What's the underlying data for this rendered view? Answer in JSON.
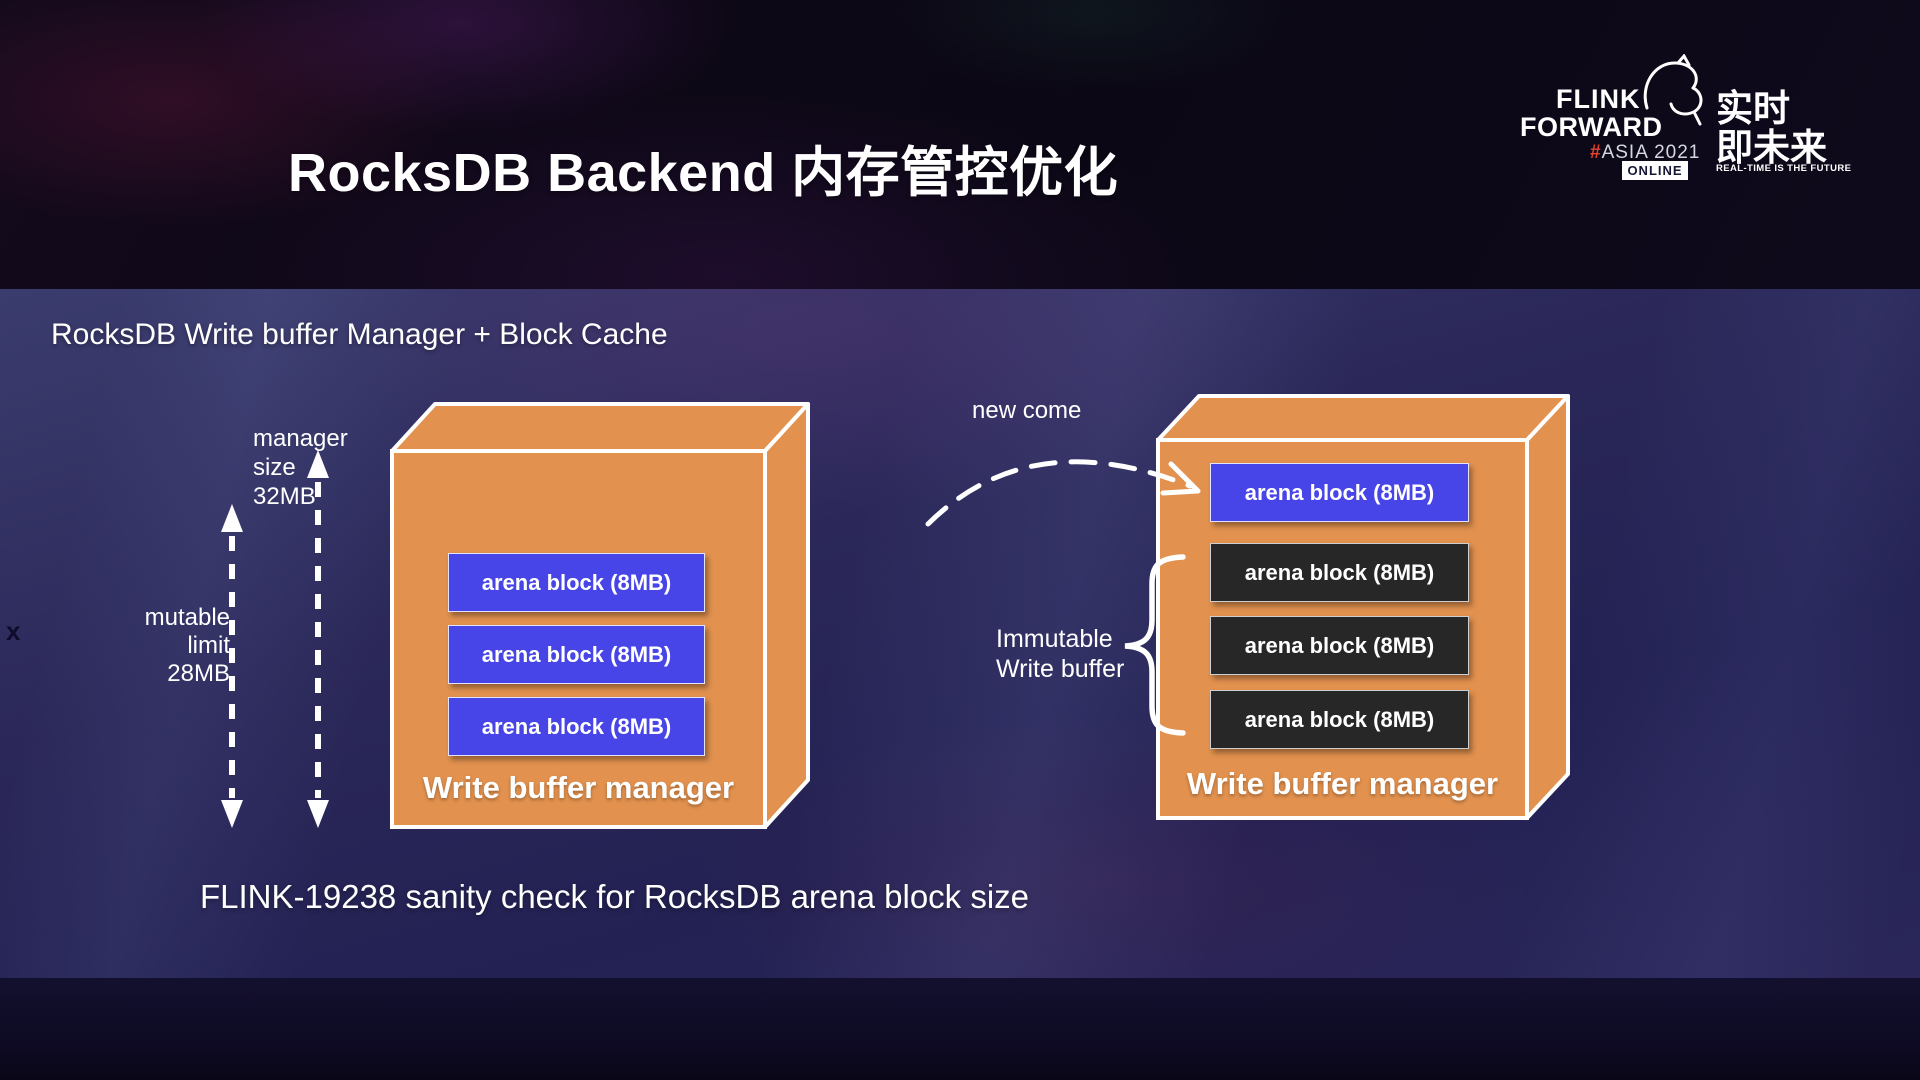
{
  "slide": {
    "title": "RocksDB Backend 内存管控优化",
    "subtitle": "RocksDB Write buffer Manager + Block Cache",
    "footnote": "FLINK-19238 sanity check for RocksDB arena block size",
    "stray_mark": "x"
  },
  "logo": {
    "flink": "FLINK",
    "forward": "FORWARD",
    "hash": "#",
    "asia": "ASIA 2021",
    "online": "ONLINE",
    "cjk_line1": "实时",
    "cjk_line2": "即未来",
    "tagline": "REAL-TIME IS THE FUTURE"
  },
  "annotations": {
    "manager_size_lines": [
      "manager",
      "size",
      "32MB"
    ],
    "mutable_limit_lines": [
      "mutable",
      "limit",
      "28MB"
    ],
    "new_come": "new come",
    "immutable_lines": [
      "Immutable",
      "Write buffer"
    ]
  },
  "left_box": {
    "label": "Write buffer manager",
    "blocks": [
      {
        "label": "arena block (8MB)",
        "state": "mutable"
      },
      {
        "label": "arena block (8MB)",
        "state": "mutable"
      },
      {
        "label": "arena block (8MB)",
        "state": "mutable"
      }
    ]
  },
  "right_box": {
    "label": "Write buffer manager",
    "blocks": [
      {
        "label": "arena block (8MB)",
        "state": "new"
      },
      {
        "label": "arena block (8MB)",
        "state": "immutable"
      },
      {
        "label": "arena block (8MB)",
        "state": "immutable"
      },
      {
        "label": "arena block (8MB)",
        "state": "immutable"
      }
    ]
  },
  "colors": {
    "box_orange": "#e2914e",
    "block_blue": "#4845e8",
    "block_dark": "#272727",
    "logo_red": "#e8432d"
  }
}
